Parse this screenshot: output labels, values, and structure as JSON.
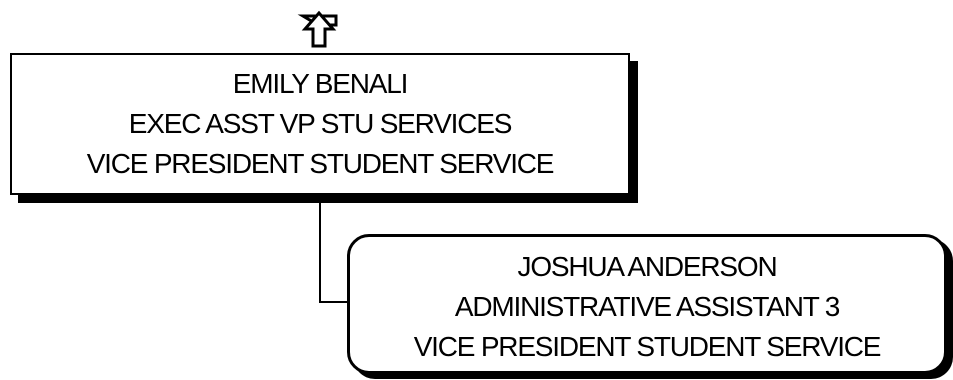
{
  "chart": {
    "parent": {
      "name": "EMILY BENALI",
      "title": "EXEC ASST VP STU SERVICES",
      "department": "VICE PRESIDENT STUDENT SERVICE"
    },
    "child": {
      "name": "JOSHUA ANDERSON",
      "title": "ADMINISTRATIVE ASSISTANT 3",
      "department": "VICE PRESIDENT STUDENT SERVICE"
    },
    "up_arrow_icon": "up-arrow-icon",
    "colors": {
      "border": "#000000",
      "background": "#ffffff"
    }
  }
}
